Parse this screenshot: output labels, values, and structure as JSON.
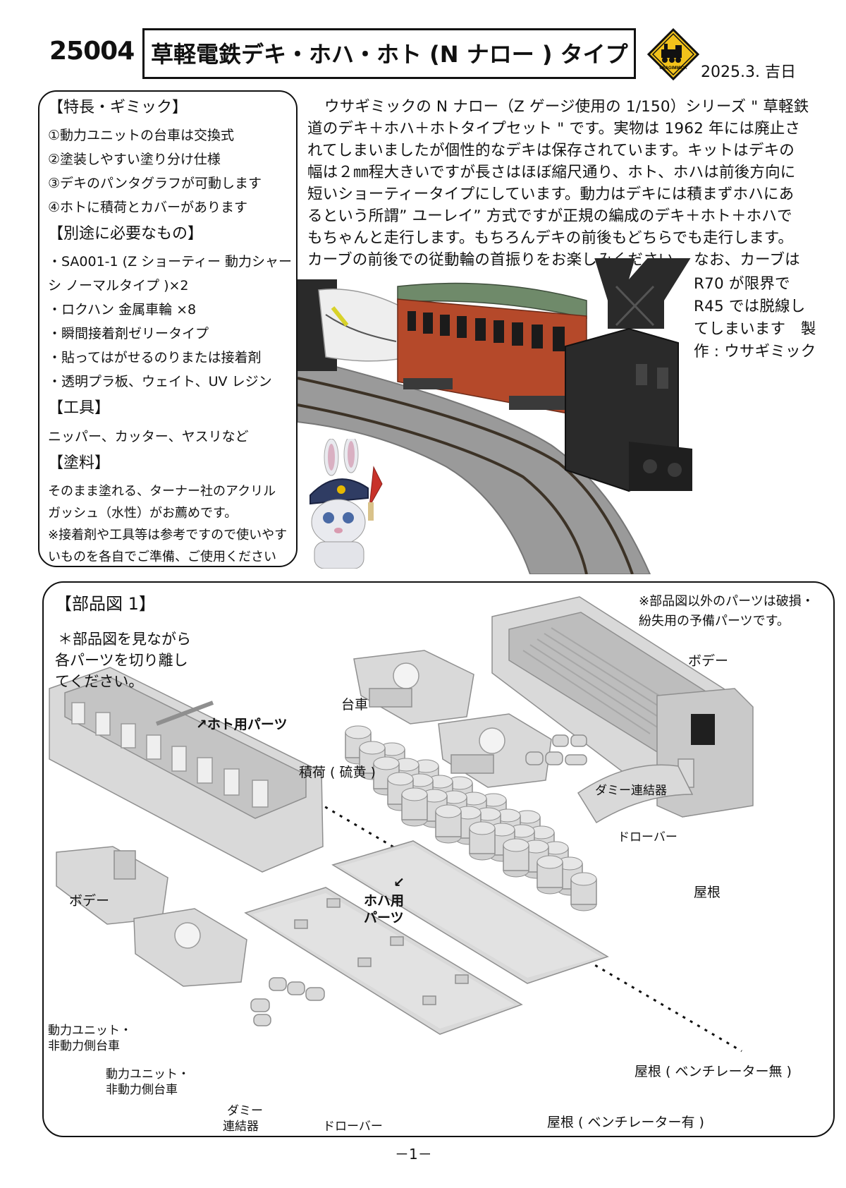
{
  "header": {
    "product_code": "25004",
    "title": "草軽電鉄デキ・ホハ・ホト (N ナロー ) タイプ",
    "logo_text": "USAGIMMICK",
    "date": "2025.3. 吉日"
  },
  "features": {
    "heading": "【特長・ギミック】",
    "items": [
      "①動力ユニットの台車は交換式",
      "②塗装しやすい塗り分け仕様",
      "③デキのパンタグラフが可動します",
      "④ホトに積荷とカバーがあります"
    ]
  },
  "required": {
    "heading": "【別途に必要なもの】",
    "items": [
      "・SA001-1 (Z ショーティー 動力シャー",
      "シ ノーマルタイプ )×2",
      "・ロクハン 金属車輪 ×8",
      "・瞬間接着剤ゼリータイプ",
      "・貼ってはがせるのりまたは接着剤",
      "・透明プラ板、ウェイト、UV レジン"
    ]
  },
  "tools": {
    "heading": "【工具】",
    "text": "ニッパー、カッター、ヤスリなど"
  },
  "paint": {
    "heading": "【塗料】",
    "lines": [
      "そのまま塗れる、ターナー社のアクリル",
      "ガッシュ（水性）がお薦めです。",
      "※接着剤や工具等は参考ですので使いやす",
      "いものを各自でご準備、ご使用ください"
    ]
  },
  "description": {
    "lines": [
      "ウサギミックの N ナロー（Z ゲージ使用の 1/150）シリーズ \" 草軽鉄",
      "道のデキ＋ホハ＋ホトタイプセット \" です。実物は 1962 年には廃止さ",
      "れてしまいましたが個性的なデキは保存されています。キットはデキの",
      "幅は２㎜程大きいですが長さはほぼ縮尺通り、ホト、ホハは前後方向に",
      "短いショーティータイプにしています。動力はデキには積まずホハにあ",
      "るという所謂” ユーレイ” 方式ですが正規の編成のデキ＋ホト＋ホハで",
      "もちゃんと走行します。もちろんデキの前後もどちらでも走行します。",
      "カーブの前後での従動輪の首振りをお楽しみください。 なお、カーブは"
    ],
    "side_lines": [
      "R70 が限界で",
      "R45 では脱線し",
      "てしまいます　製",
      "作 : ウサギミック"
    ]
  },
  "parts": {
    "title": "【部品図 1】",
    "spare_note": [
      "※部品図以外のパーツは破損・",
      "紛失用の予備パーツです。"
    ],
    "instruction": [
      "＊部品図を見ながら",
      "各パーツを切り離し",
      "てください。"
    ],
    "hoto_parts": "↗ホト用パーツ",
    "hoha_parts": [
      "↙",
      "ホハ用",
      "パーツ"
    ],
    "labels": {
      "body_hoto": "ボデー",
      "bogie": "台車",
      "cargo": "積荷 ( 硫黄 )",
      "dummy_coupler_hoto": "ダミー連結器",
      "drawbar_hoto": "ドローバー",
      "roof_hoto": "屋根",
      "body_hoha": "ボデー",
      "power_bogie_1": [
        "動力ユニット・",
        "非動力側台車"
      ],
      "power_bogie_2": [
        "動力ユニット・",
        "非動力側台車"
      ],
      "dummy_coupler_hoha": [
        "ダミー",
        "連結器"
      ],
      "drawbar_hoha": "ドローバー",
      "roof_no_vent": "屋根 ( ベンチレーター無 )",
      "roof_vent": "屋根 ( ベンチレーター有 )"
    }
  },
  "page_number": "－1－",
  "colors": {
    "coach_red": "#b5492a",
    "roof_green": "#6f8a6a",
    "loco_black": "#2a2a2a",
    "part_gray": "#d9d9d9"
  }
}
